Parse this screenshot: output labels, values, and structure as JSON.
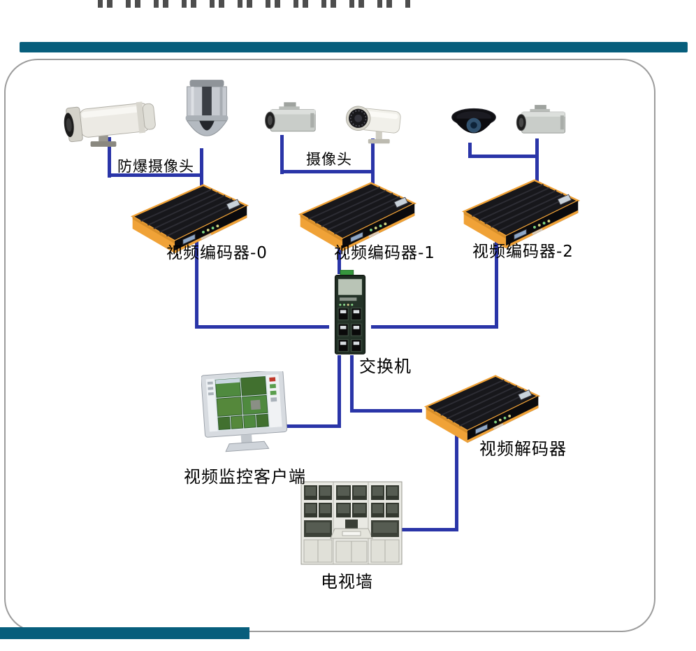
{
  "diagram": {
    "nodes": [
      {
        "id": "explosion-proof-camera",
        "label": "防爆摄像头"
      },
      {
        "id": "camera",
        "label": "摄像头"
      },
      {
        "id": "video-encoder-0",
        "label": "视频编码器-0"
      },
      {
        "id": "video-encoder-1",
        "label": "视频编码器-1"
      },
      {
        "id": "video-encoder-2",
        "label": "视频编码器-2"
      },
      {
        "id": "switch",
        "label": "交换机"
      },
      {
        "id": "video-client",
        "label": "视频监控客户端"
      },
      {
        "id": "video-decoder",
        "label": "视频解码器"
      },
      {
        "id": "tv-wall",
        "label": "电视墙"
      }
    ],
    "edges": [
      [
        "explosion-proof-camera",
        "video-encoder-0"
      ],
      [
        "ptz-dome-camera",
        "video-encoder-0"
      ],
      [
        "camera",
        "video-encoder-1"
      ],
      [
        "ir-camera",
        "video-encoder-1"
      ],
      [
        "dome-camera",
        "video-encoder-2"
      ],
      [
        "box-camera",
        "video-encoder-2"
      ],
      [
        "video-encoder-0",
        "switch"
      ],
      [
        "video-encoder-1",
        "switch"
      ],
      [
        "video-encoder-2",
        "switch"
      ],
      [
        "switch",
        "video-client"
      ],
      [
        "switch",
        "video-decoder"
      ],
      [
        "video-decoder",
        "tv-wall"
      ]
    ],
    "colors": {
      "connection_line": "#2a35a8",
      "frame_bar": "#075e7c",
      "device_accent_orange": "#f0a237"
    }
  }
}
